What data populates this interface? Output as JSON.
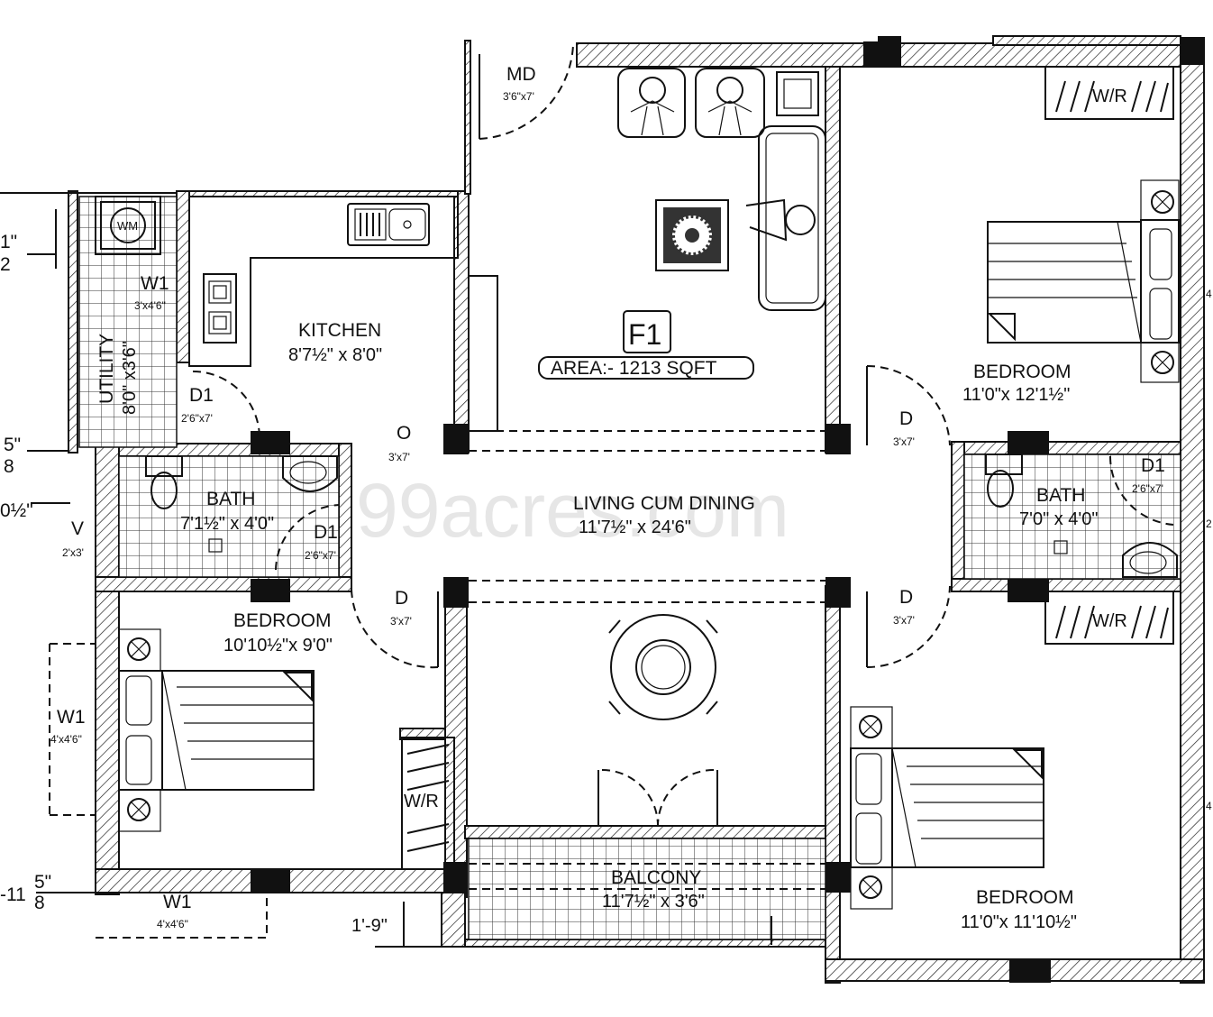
{
  "plan": {
    "flat_id": "F1",
    "area": "AREA:- 1213 SQFT",
    "watermark": "99acres.com"
  },
  "rooms": {
    "kitchen": {
      "name": "KITCHEN",
      "size": "8'7½\" x 8'0\""
    },
    "utility": {
      "name": "UTILITY",
      "size": "8'0\" x3'6\""
    },
    "living": {
      "name": "LIVING CUM DINING",
      "size": "11'7½\" x 24'6\""
    },
    "bath_left": {
      "name": "BATH",
      "size": "7'1½\" x 4'0\""
    },
    "bath_right": {
      "name": "BATH",
      "size": "7'0\" x 4'0\""
    },
    "bedroom_left": {
      "name": "BEDROOM",
      "size": "10'10½\"x 9'0\""
    },
    "bedroom_top_right": {
      "name": "BEDROOM",
      "size": "11'0\"x 12'1½\""
    },
    "bedroom_bottom_right": {
      "name": "BEDROOM",
      "size": "11'0\"x 11'10½\""
    },
    "balcony": {
      "name": "BALCONY",
      "size": "11'7½\" x 3'6\""
    }
  },
  "openings": {
    "md": {
      "code": "MD",
      "size": "3'6\"x7'"
    },
    "o": {
      "code": "O",
      "size": "3'x7'"
    },
    "d1_kitchen": {
      "code": "D1",
      "size": "2'6\"x7'"
    },
    "d1_bath_left": {
      "code": "D1",
      "size": "2'6\"x7'"
    },
    "d1_bath_right": {
      "code": "D1",
      "size": "2'6\"x7'"
    },
    "d_bed_left": {
      "code": "D",
      "size": "3'x7'"
    },
    "d_bed_top_right": {
      "code": "D",
      "size": "3'x7'"
    },
    "d_bed_bottom_right": {
      "code": "D",
      "size": "3'x7'"
    },
    "w1_utility": {
      "code": "W1",
      "size": "3'x4'6\""
    },
    "w1_left": {
      "code": "W1",
      "size": "4'x4'6\""
    },
    "w1_bottom": {
      "code": "W1",
      "size": "4'x4'6\""
    },
    "v": {
      "code": "V",
      "size": "2'x3'"
    },
    "wm": {
      "code": "WM"
    }
  },
  "wardrobes": {
    "top": "W/R",
    "right_mid": "W/R",
    "left_bottom": "W/R"
  },
  "dimensions": {
    "balcony_offset": "1'-9\""
  },
  "edge_fragments": {
    "f1": "1\"",
    "f2": "2",
    "f3": "5\"",
    "f4": "8",
    "f5": "0½\"",
    "f6": "-11",
    "f7": "5\"",
    "f8": "8",
    "f9": "2",
    "f10": "4",
    "f11": "4"
  },
  "icons": [
    "washing-machine-icon",
    "stove-icon",
    "sink-icon",
    "toilet-icon",
    "washbasin-icon",
    "bed-icon",
    "sofa-icon",
    "dining-table-icon",
    "wardrobe-icon",
    "rug-icon"
  ]
}
